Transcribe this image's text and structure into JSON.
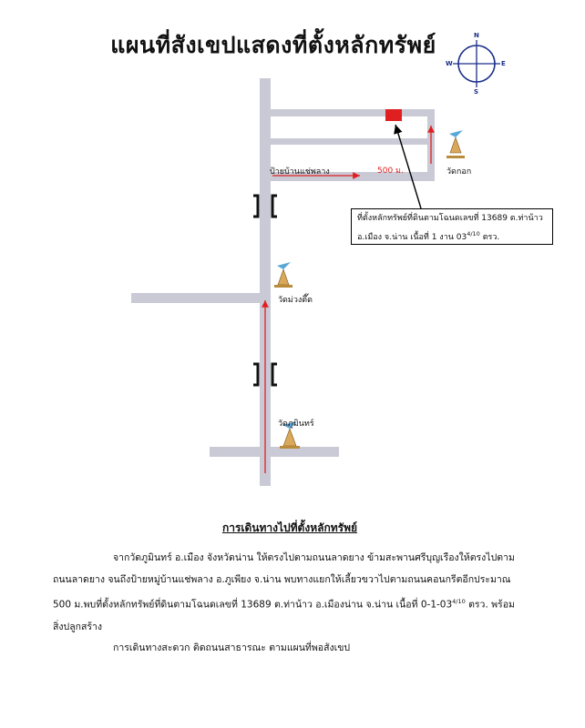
{
  "title": "แผนที่สังเขปแสดงที่ตั้งหลักทรัพย์",
  "compass": {
    "n": "N",
    "s": "S",
    "e": "E",
    "w": "W"
  },
  "map": {
    "landmarks": {
      "wat_kok": "วัดกอก",
      "wat_muang_tue": "วัดม่วงตึ๊ด",
      "wat_phumin": "วัดภูมินทร์"
    },
    "sign_label": "ป้ายบ้านแช่พลาง",
    "distance_label": "500 ม.",
    "callout": {
      "line1": "ที่ตั้งหลักทรัพย์ที่ดินตามโฉนดเลขที่  13689  ต.ท่าน้าว",
      "line2_prefix": "อ.เมือง จ.น่าน  เนื้อที่  1  งาน  03",
      "line2_sup": "4/10",
      "line2_suffix": "  ตรว."
    },
    "colors": {
      "road": "#c9cad6",
      "route": "#e02020",
      "property": "#e02020",
      "compass": "#1a2e8a"
    }
  },
  "directions": {
    "heading": "การเดินทางไปที่ตั้งหลักทรัพย์",
    "paragraph_main": "จากวัดภูมินทร์  อ.เมือง  จังหวัดน่าน  ให้ตรงไปตามถนนลาดยาง  ข้ามสะพานศรีบุญเรืองให้ตรงไปตาม ถนนลาดยาง  จนถึงป้ายหมู่บ้านแช่พลาง   อ.ภูเพียง   จ.น่าน   พบทางแยกให้เลี้ยวขวาไปตามถนนคอนกรีตอีกประมาณ 500   ม.พบที่ตั้งหลักทรัพย์ที่ดินตามโฉนดเลขที่   13689   ต.ท่าน้าว  อ.เมืองน่าน   จ.น่าน   เนื้อที่  0-1-03",
    "paragraph_sup": "4/10",
    "paragraph_tail": "   ตรว. พร้อมสิ่งปลูกสร้าง",
    "note": "การเดินทางสะดวก   ติดถนนสาธารณะ   ตามแผนที่พอสังเขป"
  }
}
